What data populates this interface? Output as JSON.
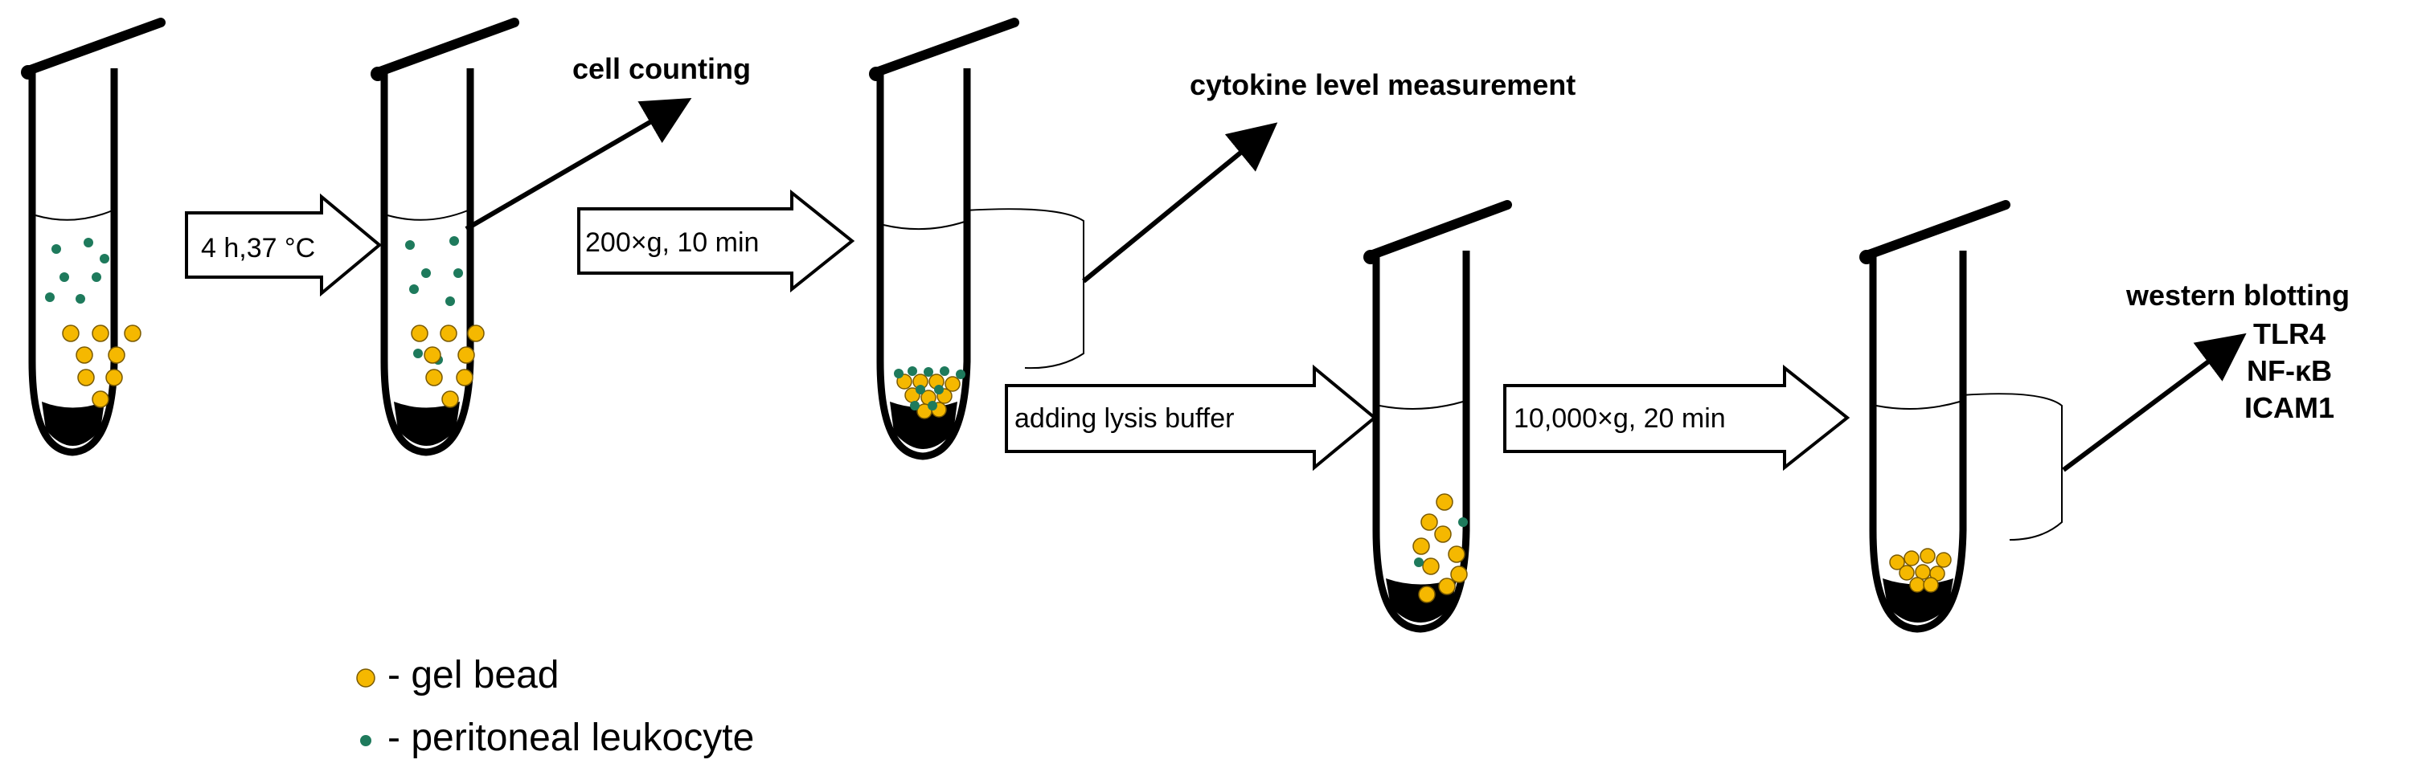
{
  "steps": {
    "incubation": "4 h,37 °C",
    "centrifuge_low": "200×g, 10 min",
    "lysis": "adding lysis buffer",
    "centrifuge_high": "10,000×g, 20 min"
  },
  "outputs": {
    "cell_counting": "cell counting",
    "cytokine": "cytokine level measurement",
    "western": "western blotting",
    "targets": [
      "TLR4",
      "NF-κB",
      "ICAM1"
    ]
  },
  "legend": {
    "gel_bead": "- gel bead",
    "leukocyte": "- peritoneal leukocyte"
  },
  "colors": {
    "gel_bead": "#f5b800",
    "leukocyte": "#1e7a5c",
    "outline": "#000000"
  }
}
